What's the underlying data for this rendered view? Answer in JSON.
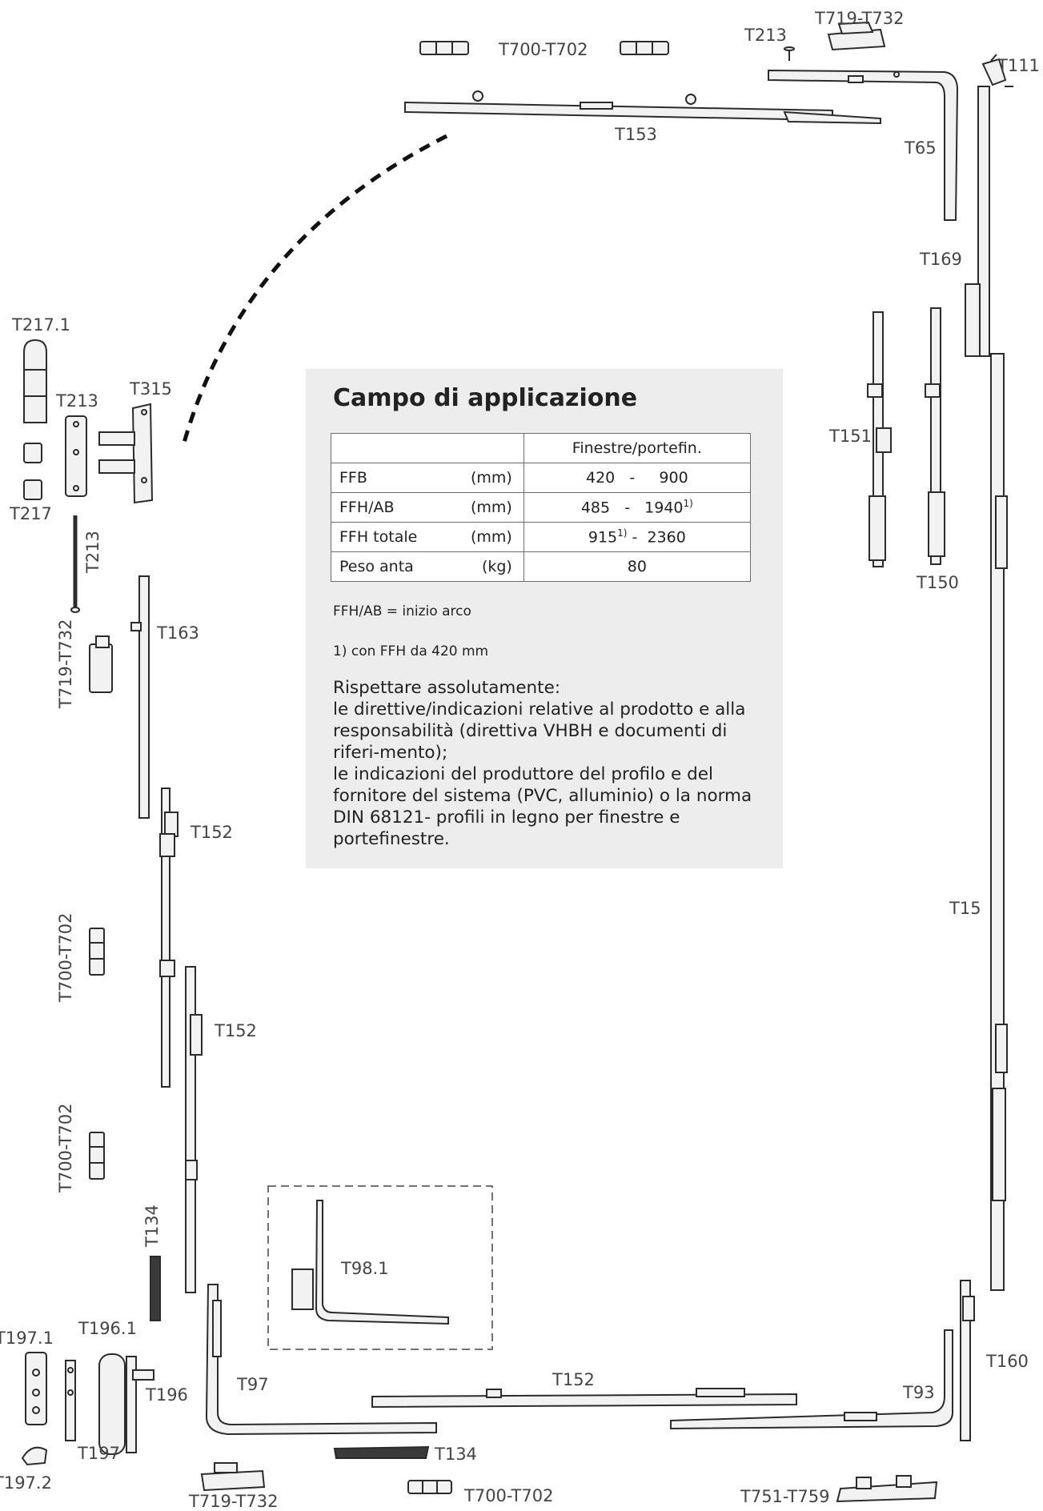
{
  "labels": {
    "t700_top": "T700-T702",
    "t213_top": "T213",
    "t719_top": "T719-T732",
    "t111": "T111",
    "t153": "T153",
    "t65": "T65",
    "t169": "T169",
    "t151": "T151",
    "t150": "T150",
    "t15": "T15",
    "t217_1": "T217.1",
    "t213_left": "T213",
    "t315": "T315",
    "t217": "T217",
    "t213_vert": "T213",
    "t163": "T163",
    "t719_left": "T719-T732",
    "t152_a": "T152",
    "t700_left_a": "T700-T702",
    "t152_b": "T152",
    "t700_left_b": "T700-T702",
    "t134_vert": "T134",
    "t98_1": "T98.1",
    "t197_1": "T197.1",
    "t196_1": "T196.1",
    "t196": "T196",
    "t97": "T97",
    "t197": "T197",
    "t197_2": "T197.2",
    "t152_bottom": "T152",
    "t93": "T93",
    "t160": "T160",
    "t134_bottom": "T134",
    "t719_bottom": "T719-T732",
    "t700_bottom": "T700-T702",
    "t751": "T751-T759"
  },
  "info": {
    "title": "Campo di applicazione",
    "table": {
      "header": "Finestre/portefin.",
      "rows": [
        {
          "name": "FFB",
          "unit": "(mm)",
          "value": "420   -     900",
          "sup": ""
        },
        {
          "name": "FFH/AB",
          "unit": "(mm)",
          "value": "485   -   1940",
          "sup": "1)"
        },
        {
          "name": "FFH totale",
          "unit": "(mm)",
          "value": "915",
          "sup": "1)",
          "value_after": " -  2360"
        },
        {
          "name": "Peso anta",
          "unit": "(kg)",
          "value": "80",
          "sup": ""
        }
      ]
    },
    "note1": "FFH/AB = inizio arco",
    "note2": "1) con FFH da 420 mm",
    "body": [
      "Rispettare assolutamente:",
      "le direttive/indicazioni relative al prodotto e alla responsabilità (direttiva VHBH e documenti di riferi-mento);",
      "le indicazioni del produttore del profilo e del fornitore del sistema (PVC, alluminio) o la norma DIN 68121- profili in legno per finestre e portefinestre."
    ]
  }
}
